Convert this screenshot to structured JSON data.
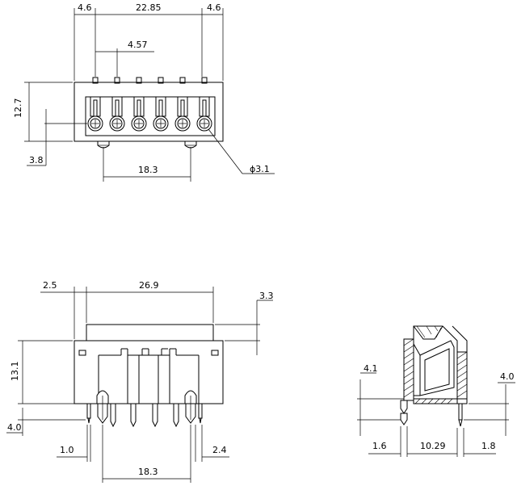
{
  "top_view": {
    "dims": {
      "left_offset": "4.6",
      "span": "22.85",
      "right_offset": "4.6",
      "pitch": "4.57",
      "height": "12.7",
      "peg_offset": "3.8",
      "peg_span": "18.3",
      "hole_diameter": "ϕ3.1"
    }
  },
  "front_view": {
    "dims": {
      "left_step": "2.5",
      "top_width": "26.9",
      "top_height": "3.3",
      "body_height": "13.1",
      "pin_length": "4.0",
      "pin_offset": "1.0",
      "peg_span": "18.3",
      "right_pin_offset": "2.4"
    }
  },
  "side_view": {
    "dims": {
      "left_height": "4.1",
      "right_height": "4.0",
      "left_width": "1.6",
      "body_depth": "10.29",
      "right_width": "1.8"
    }
  }
}
